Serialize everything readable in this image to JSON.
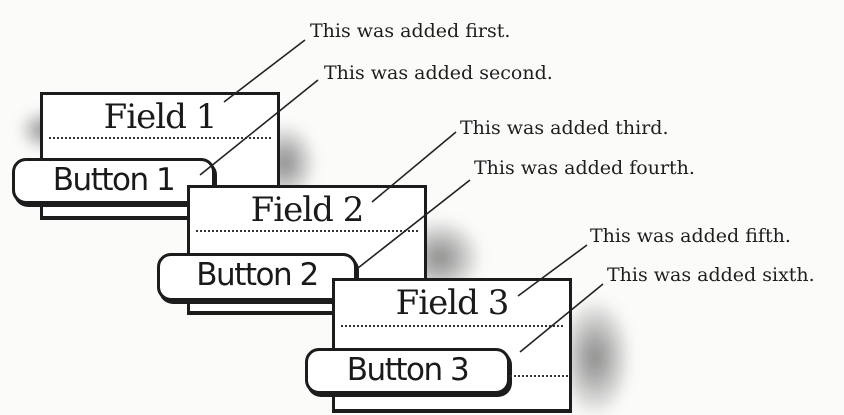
{
  "fields": [
    {
      "label": "Field 1"
    },
    {
      "label": "Field 2"
    },
    {
      "label": "Field 3"
    }
  ],
  "buttons": [
    {
      "label": "Button 1"
    },
    {
      "label": "Button 2"
    },
    {
      "label": "Button 3"
    }
  ],
  "annotations": [
    {
      "text": "This was added first."
    },
    {
      "text": "This was added second."
    },
    {
      "text": "This was added third."
    },
    {
      "text": "This was added fourth."
    },
    {
      "text": "This was added fifth."
    },
    {
      "text": "This was added sixth."
    }
  ],
  "colors": {
    "ink": "#1c1c1c",
    "paper": "#ffffff",
    "shadow": "#3a3a3a"
  }
}
